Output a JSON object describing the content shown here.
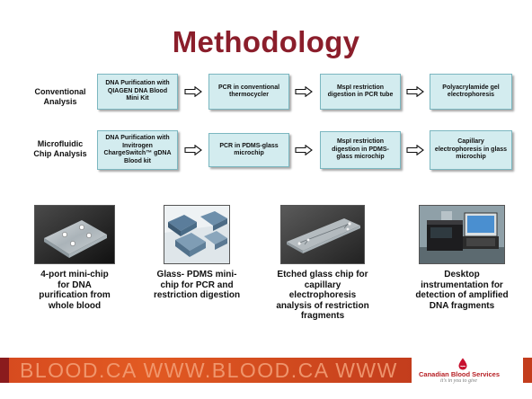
{
  "title": "Methodology",
  "rows": [
    {
      "label": "Conventional Analysis",
      "steps": [
        "DNA Purification with QIAGEN DNA Blood Mini Kit",
        "PCR in conventional thermocycler",
        "MspI restriction digestion in PCR tube",
        "Polyacrylamide gel electrophoresis"
      ]
    },
    {
      "label": "Microfluidic Chip Analysis",
      "steps": [
        "DNA Purification with Invitrogen ChargeSwitch™ gDNA Blood kit",
        "PCR in PDMS-glass microchip",
        "MspI restriction digestion in PDMS-glass microchip",
        "Capillary electrophoresis in glass microchip"
      ]
    }
  ],
  "photos": [
    {
      "caption": "4-port mini-chip for DNA purification from whole blood",
      "icon": "glass-chip-image"
    },
    {
      "caption": "Glass- PDMS mini-chip for PCR and restriction digestion",
      "icon": "pdms-chips-image"
    },
    {
      "caption": "Etched glass chip for capillary electrophoresis analysis of restriction fragments",
      "icon": "etched-glass-chip-image"
    },
    {
      "caption": "Desktop instrumentation for detection of amplified DNA fragments",
      "icon": "desktop-instrument-image"
    }
  ],
  "footer": {
    "watermark": "BLOOD.CA WWW.BLOOD.CA WWW",
    "logo_name": "Canadian Blood Services",
    "logo_tagline": "it's in you to give"
  },
  "colors": {
    "title": "#8b1e2b",
    "box_fill": "#d3ecef",
    "footer_band": "#e25a22",
    "logo_red": "#b72025"
  }
}
